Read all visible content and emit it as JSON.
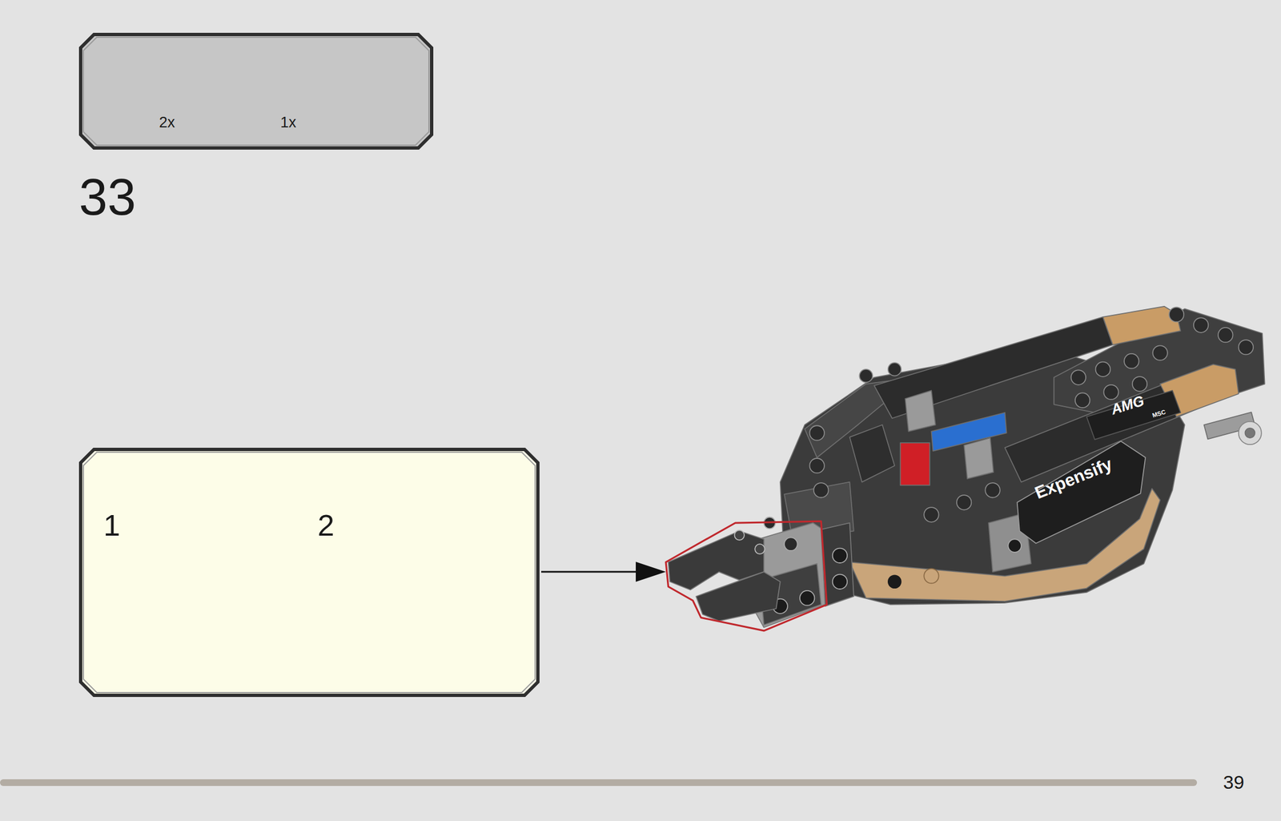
{
  "diagram": {
    "nodes": [
      {
        "text": [
          "2x",
          "1x"
        ]
      },
      {
        "text": [
          "1",
          "2"
        ]
      }
    ],
    "labels": [
      "33",
      "AMG",
      "MSC",
      "Expensify",
      "39"
    ]
  }
}
